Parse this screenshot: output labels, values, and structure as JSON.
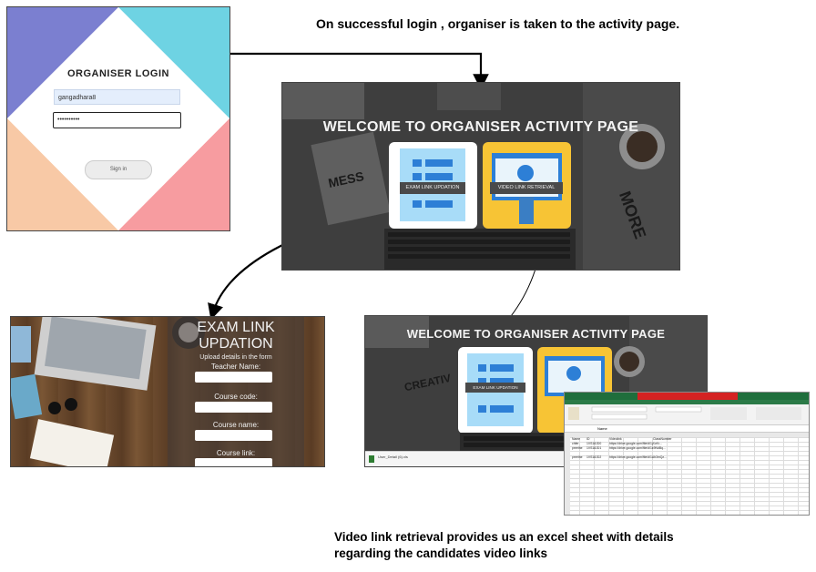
{
  "captions": {
    "top": "On successful login , organiser is taken to the activity page.",
    "bottom_line1": "Video link retrieval provides us an excel sheet with details",
    "bottom_line2": "regarding the candidates video links"
  },
  "login": {
    "title": "ORGANISER LOGIN",
    "username_value": "gangadhara8",
    "password_value": "••••••••••",
    "button_label": "Sign in"
  },
  "activity": {
    "title": "WELCOME TO ORGANISER ACTIVITY PAGE",
    "exam_button": "EXAM LINK UPDATION",
    "video_button": "VIDEO LINK RETRIEVAL"
  },
  "exam_form": {
    "title_line1": "EXAM LINK",
    "title_line2": "UPDATION",
    "subtitle": "Upload details in the form",
    "fields": [
      "Teacher Name:",
      "Course code:",
      "Course name:",
      "Course link:"
    ]
  },
  "download": {
    "filename": "User_Detail (6).xls"
  },
  "excel": {
    "formula_value": "Name",
    "headers": [
      "Name",
      "ID",
      "Videolink",
      "ClassNumber"
    ],
    "rows": [
      [
        "chfer",
        "1VS18JD0",
        "https://drive.google.com/file/d/1jXcKr...",
        ""
      ],
      [
        "preethe",
        "1VS18JD1",
        "https://drive.google.com/file/d/1k9NdBq...",
        ""
      ],
      [
        "",
        "",
        "",
        ""
      ],
      [
        "preethe",
        "1VS18JD2",
        "https://drive.google.com/file/d/1Ab3mQz...",
        ""
      ]
    ]
  },
  "colors": {
    "login_purple": "#7b7fd0",
    "login_cyan": "#6ed3e3",
    "login_peach": "#f8c9a6",
    "login_pink": "#f79ca0",
    "tile_exam": "#ffffff",
    "tile_video": "#f7c435",
    "icon_blue": "#2d7fd6",
    "excel_green": "#1f6e3c"
  }
}
